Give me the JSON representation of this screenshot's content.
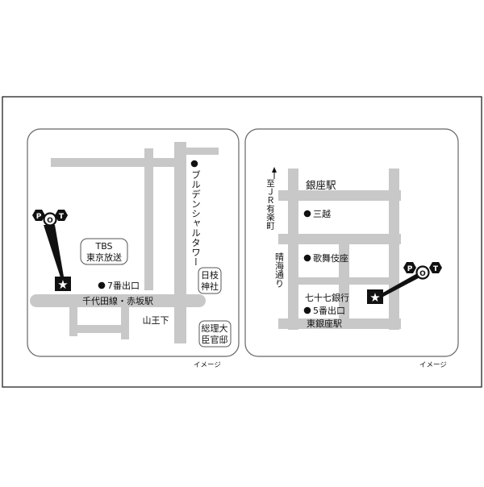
{
  "left_map": {
    "tower_label": "ブルデンシャルタワー",
    "tbs_line1": "TBS",
    "tbs_line2": "東京放送",
    "exit_label": "7番出口",
    "station_label": "千代田線・赤坂駅",
    "sanno_label": "山王下",
    "shrine_line1": "日枝",
    "shrine_line2": "神社",
    "pm_line1": "総理大",
    "pm_line2": "臣官邸",
    "logo_letters": [
      "P",
      "O",
      "T"
    ],
    "image_note": "イメージ"
  },
  "right_map": {
    "station_top": "銀座駅",
    "jr_label": "至ＪＲ有楽町",
    "mitsukoshi": "三越",
    "kabukiza": "歌舞伎座",
    "harumi": "晴海通り",
    "bank_label": "七十七銀行",
    "exit_label": "5番出口",
    "station_bottom": "東銀座駅",
    "logo_letters": [
      "P",
      "O",
      "T"
    ],
    "image_note": "イメージ"
  },
  "colors": {
    "road": "#c8c8c8",
    "frame": "#222222",
    "panel_border": "#666666"
  }
}
